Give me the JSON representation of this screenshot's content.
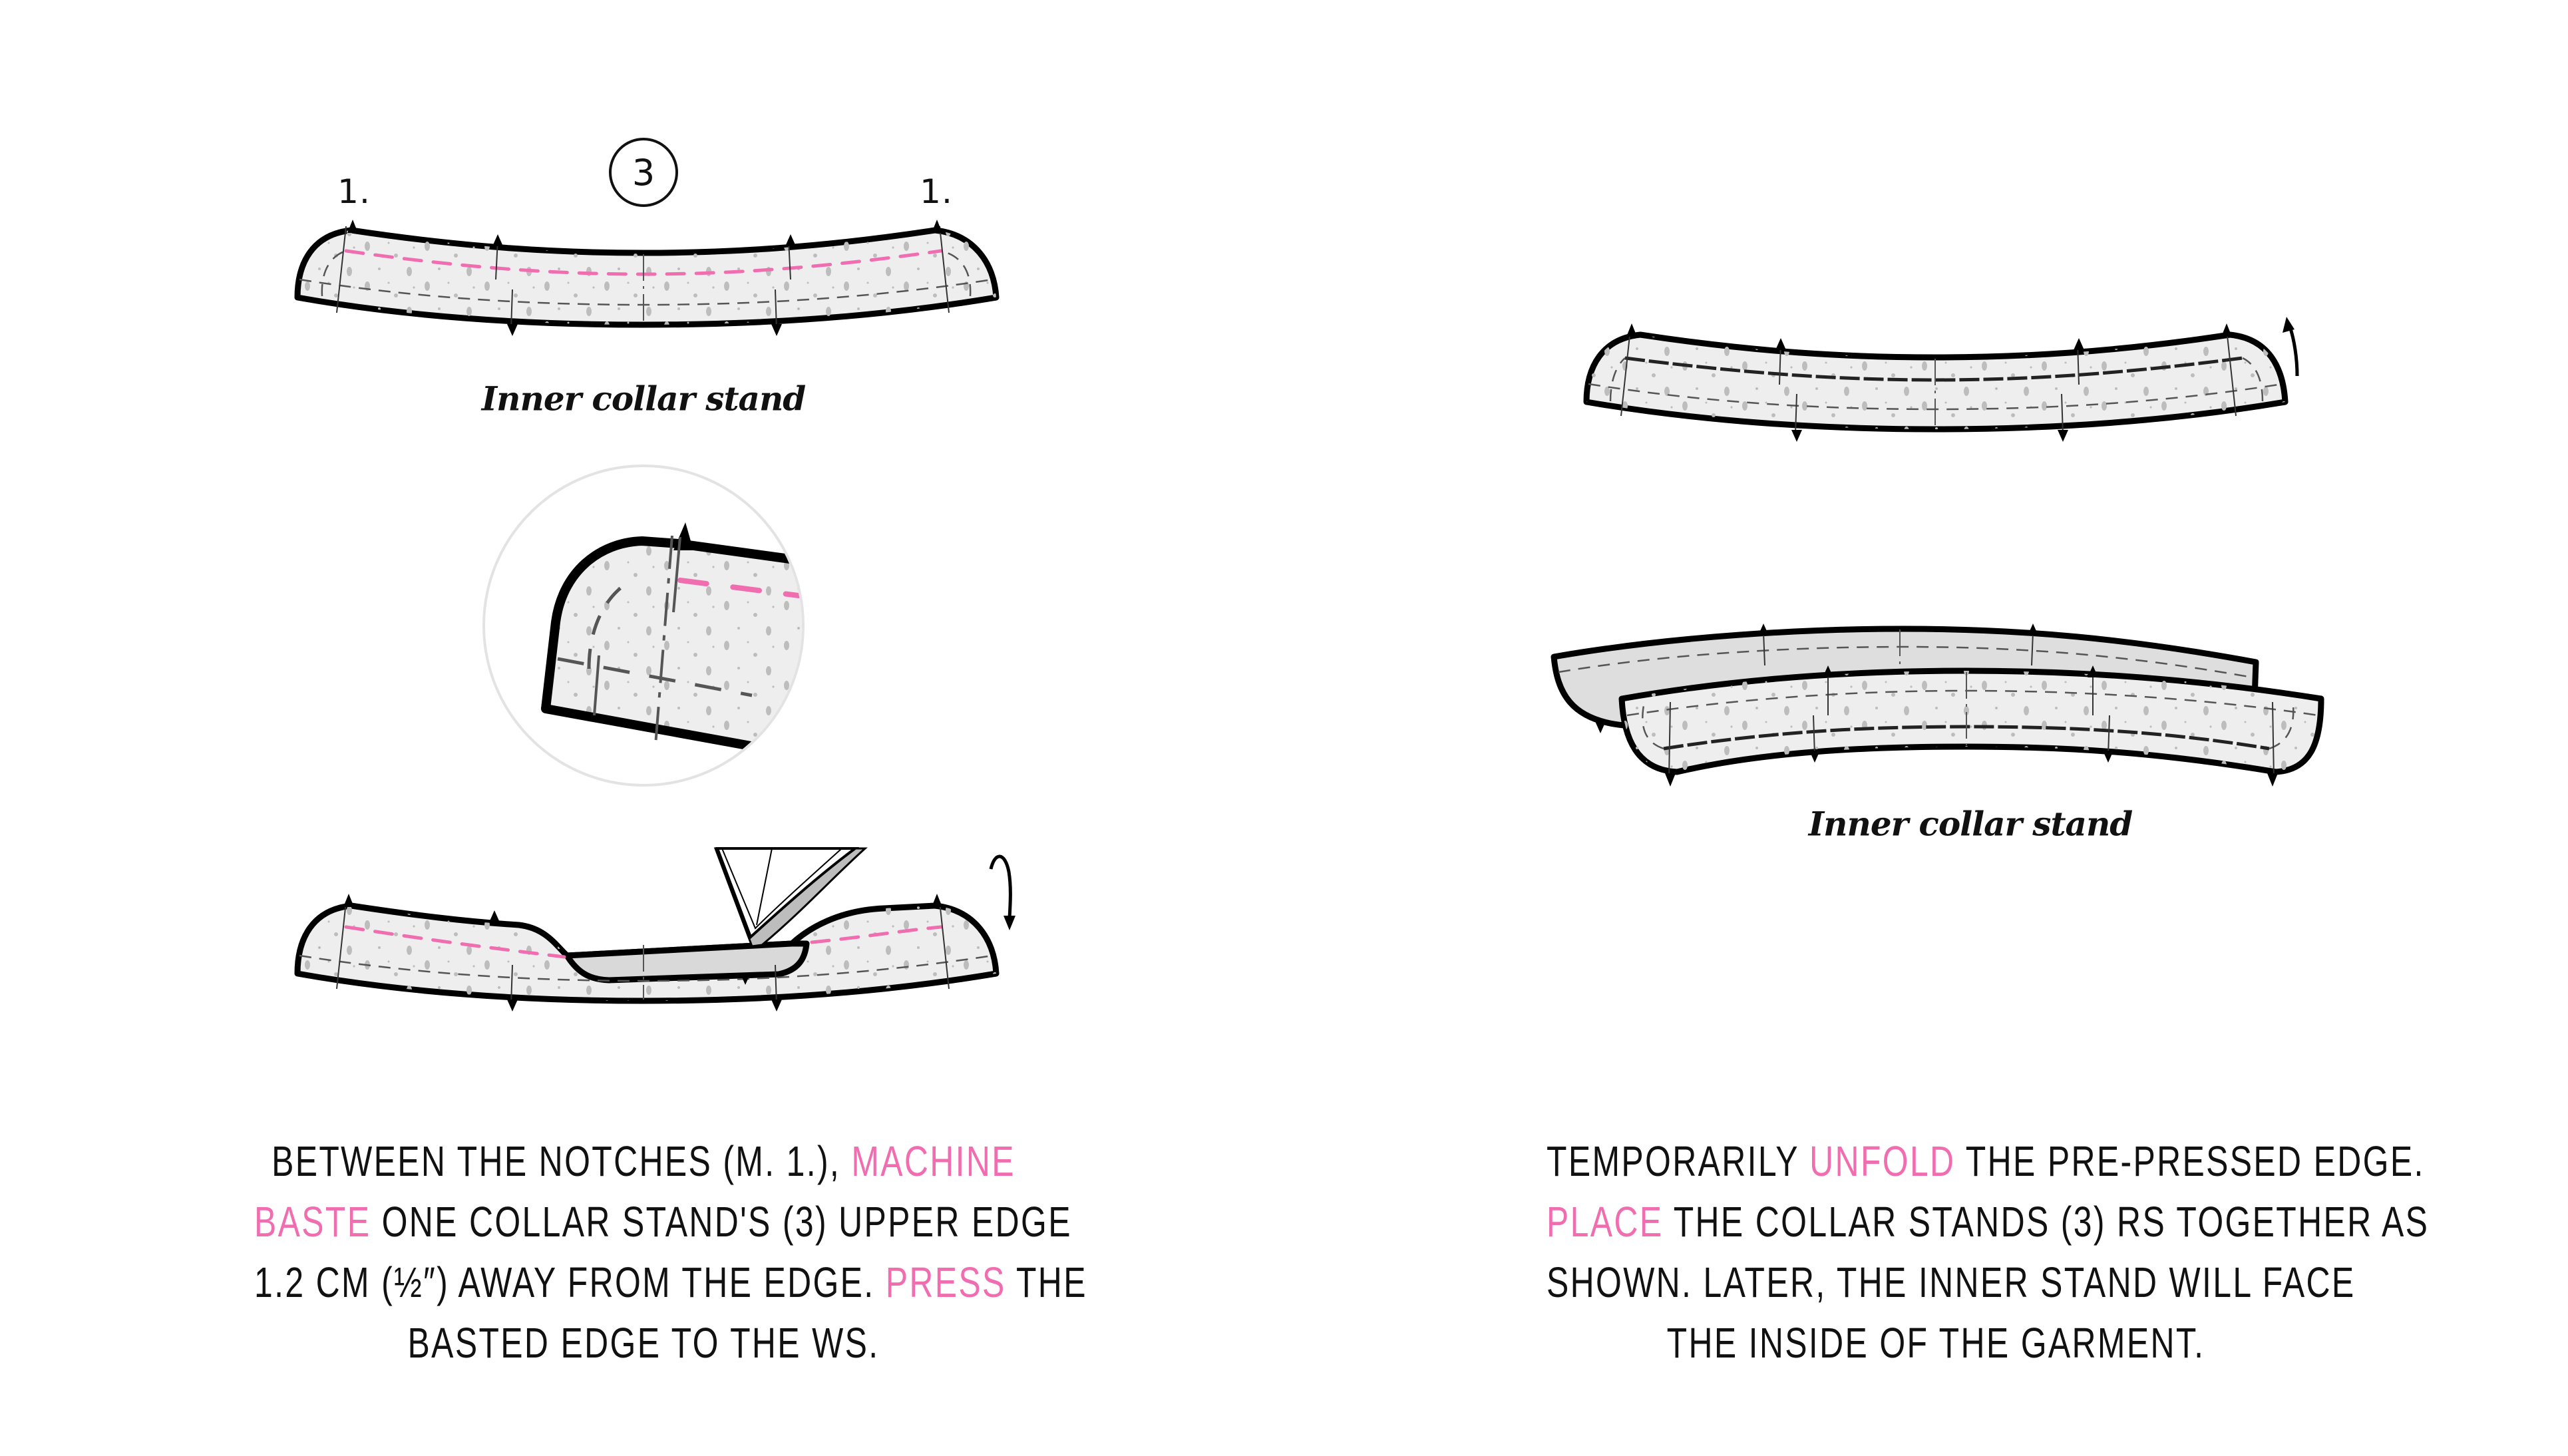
{
  "colors": {
    "accent_pink": "#f06eb0",
    "fabric_fill": "#eeeeee",
    "outline": "#000000",
    "detail_ring": "#e3e3e3"
  },
  "left_panel": {
    "piece_number": "3",
    "notch_labels": [
      "1.",
      "1."
    ],
    "caption": "Inner collar stand",
    "illustrations": [
      {
        "name": "inner-collar-stand-basted",
        "features": [
          "pink basting line",
          "notches",
          "seam allowance"
        ]
      },
      {
        "name": "corner-detail-magnified",
        "shape": "circle"
      },
      {
        "name": "pressing-with-iron",
        "icon": "iron-icon",
        "arrow": "fold-down-arrow-icon"
      }
    ],
    "instruction": {
      "lines": [
        [
          {
            "text": "Between the notches (m. 1.), ",
            "hl": false
          },
          {
            "text": "machine",
            "hl": true
          }
        ],
        [
          {
            "text": "baste",
            "hl": true
          },
          {
            "text": " one collar stand's (3) upper edge",
            "hl": false
          }
        ],
        [
          {
            "text": "1.2 cm (½″) away from the edge. ",
            "hl": false
          },
          {
            "text": "Press",
            "hl": true
          },
          {
            "text": " the",
            "hl": false
          }
        ],
        [
          {
            "text": "basted edge to the WS.",
            "hl": false
          }
        ]
      ]
    }
  },
  "right_panel": {
    "caption": "Inner collar stand",
    "illustrations": [
      {
        "name": "collar-stand-unfolded",
        "arrow": "unfold-up-arrow-icon"
      },
      {
        "name": "collar-stands-rs-together",
        "layers": [
          "outer stand (back)",
          "inner stand (front)"
        ]
      }
    ],
    "instruction": {
      "lines": [
        [
          {
            "text": "Temporarily ",
            "hl": false
          },
          {
            "text": "unfold",
            "hl": true
          },
          {
            "text": " the pre-pressed edge.",
            "hl": false
          }
        ],
        [
          {
            "text": "Place",
            "hl": true
          },
          {
            "text": " the collar stands (3) RS together as",
            "hl": false
          }
        ],
        [
          {
            "text": "shown. Later, the inner stand will face",
            "hl": false
          }
        ],
        [
          {
            "text": "the inside of the garment.",
            "hl": false
          }
        ]
      ]
    }
  }
}
